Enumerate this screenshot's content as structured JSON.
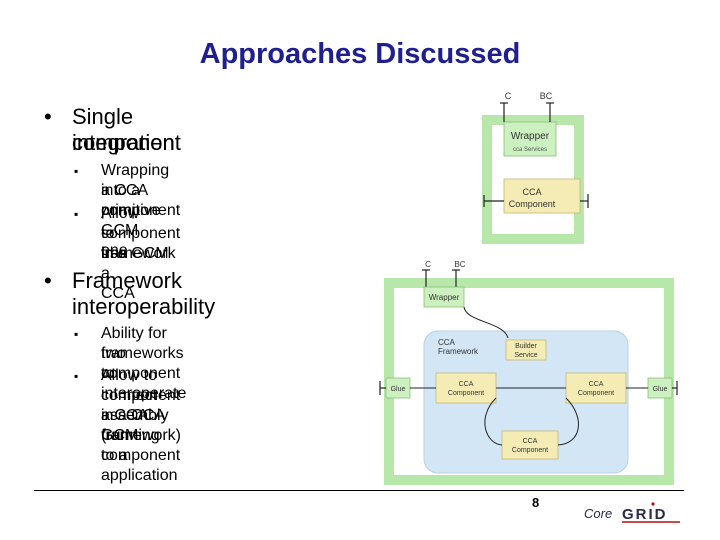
{
  "slide": {
    "title": "Approaches Discussed",
    "page_number": "8"
  },
  "bullets": {
    "b1": {
      "line1": "Single component",
      "line2": "integration"
    },
    "b1_sub1": {
      "line1": "Wrapping a CCA component",
      "line2": "into a primitive GCM one"
    },
    "b1_sub2": {
      "line1": "Allow to use a CCA",
      "line2": "component in a GCM",
      "line3": "framework"
    },
    "b2": {
      "line1": "Framework",
      "line2": "interoperability"
    },
    "b2_sub1": {
      "line1": "Ability for two component",
      "line2": "frameworks to interoperate"
    },
    "b2_sub2": {
      "line1": "Allow to connect a CCA",
      "line2": "component assembly (running",
      "line3": "in a CCA framework) to a",
      "line4": "GCM component application"
    }
  },
  "diagram1": {
    "port_c": "C",
    "port_bc": "BC",
    "wrapper_title": "Wrapper",
    "wrapper_sub": "cca Services",
    "cca_line1": "CCA",
    "cca_line2": "Component"
  },
  "diagram2": {
    "port_c": "C",
    "port_bc": "BC",
    "wrapper": "Wrapper",
    "framework_line1": "CCA",
    "framework_line2": "Framework",
    "builder_line1": "Builder",
    "builder_line2": "Service",
    "comp_line1": "CCA",
    "comp_line2": "Component",
    "glue": "Glue"
  },
  "logo": {
    "core": "Core",
    "grid": "GRID"
  },
  "colors": {
    "title": "#1f1f8f",
    "wrapper_green": "#b7e8a9",
    "inner_green": "#ccf0c0",
    "cca_box": "#f4ecb4",
    "framework_blue": "#d3e6f5",
    "logo_red": "#b01010",
    "logo_dark": "#2a2a4a"
  }
}
